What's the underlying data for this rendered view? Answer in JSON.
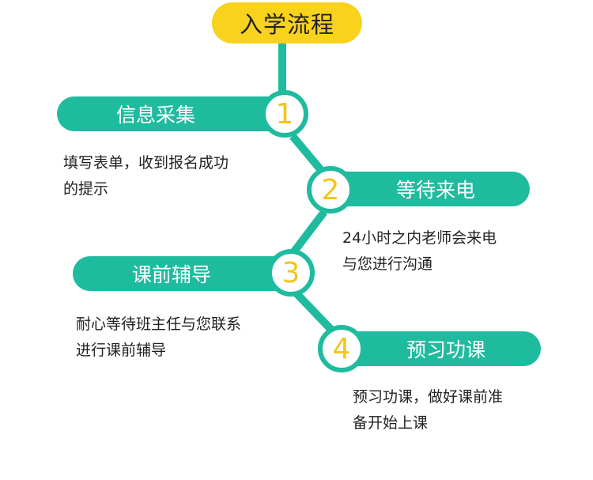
{
  "title": "入学流程",
  "steps": [
    {
      "number": "1",
      "label": "信息采集",
      "desc": [
        "填写表单，收到报名成功",
        "的提示"
      ]
    },
    {
      "number": "2",
      "label": "等待来电",
      "desc": [
        "24小时之内老师会来电",
        "与您进行沟通"
      ]
    },
    {
      "number": "3",
      "label": "课前辅导",
      "desc": [
        "耐心等待班主任与您联系",
        "进行课前辅导"
      ]
    },
    {
      "number": "4",
      "label": "预习功课",
      "desc": [
        "预习功课，做好课前准",
        "备开始上课"
      ]
    }
  ],
  "colors": {
    "teal": "#1fbb9f",
    "yellow": "#f8d21c",
    "number": "#f4c51c"
  }
}
